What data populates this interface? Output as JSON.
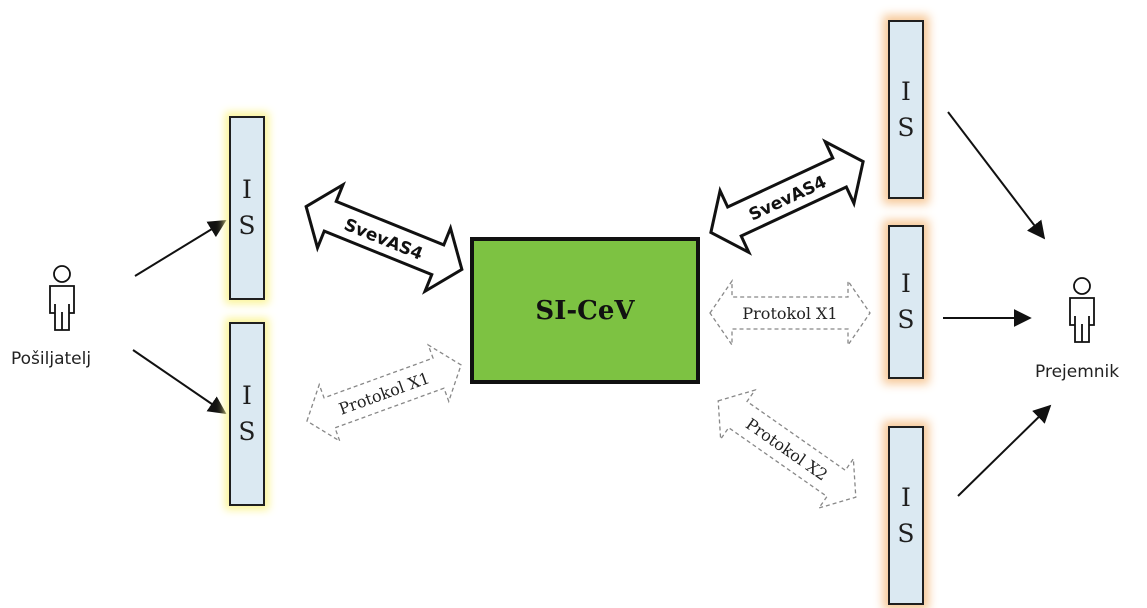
{
  "central": {
    "label": "SI-CeV"
  },
  "sender": {
    "label": "Pošiljatelj"
  },
  "receiver": {
    "label": "Prejemnik"
  },
  "is_box": {
    "line1": "I",
    "line2": "S"
  },
  "arrows": {
    "left_svevas4": "SvevAS4",
    "right_svevas4": "SvevAS4",
    "left_protokol_x1": "Protokol X1",
    "right_protokol_x1": "Protokol X1",
    "right_protokol_x2": "Protokol X2"
  },
  "colors": {
    "central_fill": "#7dc242",
    "is_fill": "#dbe9f2",
    "sender_glow": "#fbf59a",
    "receiver_glow": "#f7c999"
  }
}
